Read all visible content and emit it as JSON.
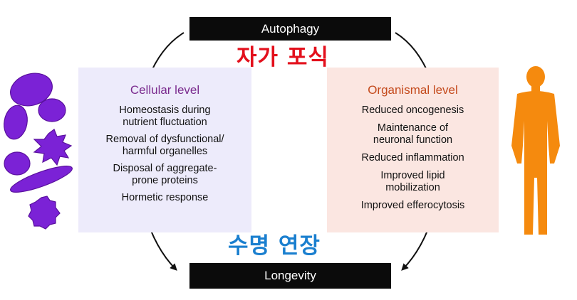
{
  "top_bar": {
    "label": "Autophagy"
  },
  "bottom_bar": {
    "label": "Longevity"
  },
  "korean_top": "자가 포식",
  "korean_bottom": "수명 연장",
  "cellular": {
    "title": "Cellular level",
    "items": [
      "Homeostasis during\nnutrient fluctuation",
      "Removal of dysfunctional/\nharmful organelles",
      "Disposal of aggregate-\nprone proteins",
      "Hormetic response"
    ]
  },
  "organismal": {
    "title": "Organismal level",
    "items": [
      "Reduced oncogenesis",
      "Maintenance of\nneuronal function",
      "Reduced inflammation",
      "Improved lipid\nmobilization",
      "Improved efferocytosis"
    ]
  },
  "colors": {
    "cell_purple": "#7b22d6",
    "human_orange": "#f58a0e",
    "korean_red": "#e3101c",
    "korean_blue": "#1a7fcf",
    "bar_black": "#0b0b0b"
  },
  "icons": [
    "cell-icon",
    "human-silhouette-icon",
    "arrow-icon"
  ]
}
